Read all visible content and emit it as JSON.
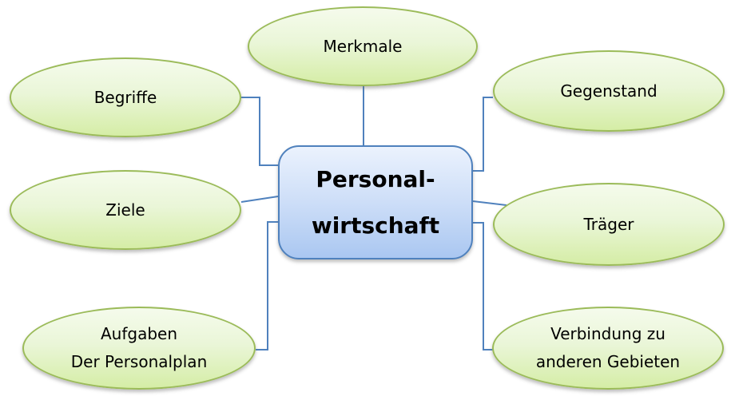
{
  "diagram": {
    "type": "mindmap",
    "center": {
      "label_line1": "Personal-",
      "label_line2": "wirtschaft"
    },
    "branches": [
      {
        "id": "merkmale",
        "label": "Merkmale"
      },
      {
        "id": "begriffe",
        "label": "Begriffe"
      },
      {
        "id": "gegenstand",
        "label": "Gegenstand"
      },
      {
        "id": "ziele",
        "label": "Ziele"
      },
      {
        "id": "traeger",
        "label": "Träger"
      },
      {
        "id": "aufgaben",
        "label_line1": "Aufgaben",
        "label_line2": "Der Personalplan"
      },
      {
        "id": "verbindung",
        "label_line1": "Verbindung zu",
        "label_line2": "anderen Gebieten"
      }
    ],
    "colors": {
      "background": "#ffffff",
      "ellipse_fill_top": "#f5fbec",
      "ellipse_fill_bottom": "#d5eda6",
      "ellipse_border": "#9bbb59",
      "center_fill_top": "#ebf2fd",
      "center_fill_bottom": "#aac7f1",
      "center_border": "#4f81bd",
      "connector": "#4f81bd",
      "text": "#000000"
    }
  }
}
